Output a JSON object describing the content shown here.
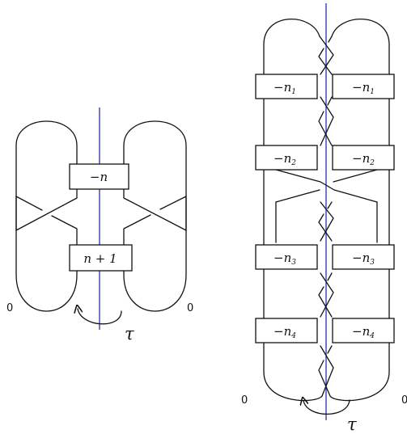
{
  "colors": {
    "axis": "#2233aa",
    "strand": "#111111"
  },
  "left_diagram": {
    "box_top": {
      "sign": "−",
      "var": "n",
      "tail": ""
    },
    "box_bottom": {
      "sign": "",
      "var": "n",
      "tail": " + 1"
    },
    "framing_left": "0",
    "framing_right": "0",
    "symmetry_label": "τ"
  },
  "right_diagram": {
    "boxes": [
      {
        "sign": "−",
        "var": "n",
        "sub": "1"
      },
      {
        "sign": "−",
        "var": "n",
        "sub": "2"
      },
      {
        "sign": "−",
        "var": "n",
        "sub": "3"
      },
      {
        "sign": "−",
        "var": "n",
        "sub": "4"
      }
    ],
    "framing_left": "0",
    "framing_right": "0",
    "symmetry_label": "τ"
  }
}
